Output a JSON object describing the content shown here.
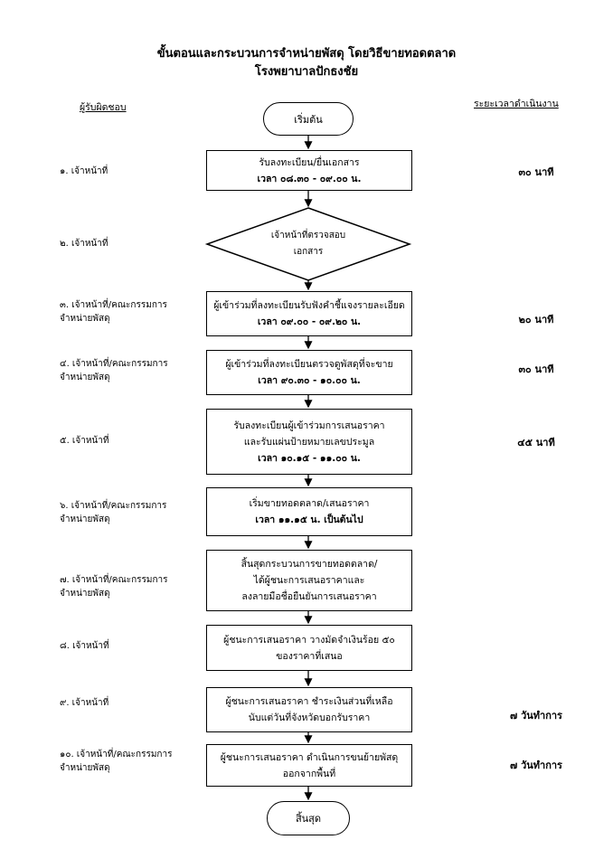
{
  "title": {
    "line1": "ขั้นตอนและกระบวนการจำหน่ายพัสดุ โดยวิธีขายทอดตลาด",
    "line2": "โรงพยาบาลปักธงชัย"
  },
  "headers": {
    "responsible": "ผู้รับผิดชอบ",
    "duration": "ระยะเวลาดำเนินงาน"
  },
  "start": "เริ่มต้น",
  "end": "สิ้นสุด",
  "steps": [
    {
      "resp": [
        "๑. เจ้าหน้าที่"
      ],
      "lines": [
        "รับลงทะเบียน/ยื่นเอกสาร"
      ],
      "time": "เวลา ๐๘.๓๐ - ๐๙.๐๐ น.",
      "duration": "๓๐ นาที"
    },
    {
      "resp": [
        "๒. เจ้าหน้าที่"
      ],
      "lines": [
        "เจ้าหน้าที่ตรวจสอบ",
        "เอกสาร"
      ],
      "shape": "diamond"
    },
    {
      "resp": [
        "๓. เจ้าหน้าที่/คณะกรรมการ",
        "จำหน่ายพัสดุ"
      ],
      "lines": [
        "ผู้เข้าร่วมที่ลงทะเบียนรับฟังคำชี้แจงรายละเอียด"
      ],
      "time": "เวลา ๐๙.๐๐ - ๐๙.๒๐ น.",
      "duration": "๒๐ นาที"
    },
    {
      "resp": [
        "๔. เจ้าหน้าที่/คณะกรรมการ",
        "จำหน่ายพัสดุ"
      ],
      "lines": [
        "ผู้เข้าร่วมที่ลงทะเบียนตรวจดูพัสดุที่จะขาย"
      ],
      "time": "เวลา ๙๐.๓๐ - ๑๐.๐๐ น.",
      "duration": "๓๐ นาที"
    },
    {
      "resp": [
        "๕. เจ้าหน้าที่"
      ],
      "lines": [
        "รับลงทะเบียนผู้เข้าร่วมการเสนอราคา",
        "และรับแผ่นป้ายหมายเลขประมูล"
      ],
      "time": "เวลา ๑๐.๑๕ - ๑๑.๐๐ น.",
      "duration": "๔๕ นาที"
    },
    {
      "resp": [
        "๖. เจ้าหน้าที่/คณะกรรมการ",
        "จำหน่ายพัสดุ"
      ],
      "lines": [
        "เริ่มขายทอดตลาด/เสนอราคา"
      ],
      "time": "เวลา ๑๑.๑๕ น. เป็นต้นไป"
    },
    {
      "resp": [
        "๗. เจ้าหน้าที่/คณะกรรมการ",
        "จำหน่ายพัสดุ"
      ],
      "lines": [
        "สิ้นสุดกระบวนการขายทอดตลาด/",
        "ได้ผู้ชนะการเสนอราคาและ",
        "ลงลายมือชื่อยืนยันการเสนอราคา"
      ]
    },
    {
      "resp": [
        "๘. เจ้าหน้าที่"
      ],
      "lines": [
        "ผู้ชนะการเสนอราคา วางมัดจำเงินร้อย ๕๐",
        "ของราคาที่เสนอ"
      ]
    },
    {
      "resp": [
        "๙. เจ้าหน้าที่"
      ],
      "lines": [
        "ผู้ชนะการเสนอราคา ชำระเงินส่วนที่เหลือ",
        "นับแต่วันที่จังหวัดบอกรับราคา"
      ],
      "duration": "๗ วันทำการ"
    },
    {
      "resp": [
        "๑๐. เจ้าหน้าที่/คณะกรรมการ",
        "จำหน่ายพัสดุ"
      ],
      "lines": [
        "ผู้ชนะการเสนอราคา ดำเนินการขนย้ายพัสดุ",
        "ออกจากพื้นที่"
      ],
      "duration": "๗ วันทำการ"
    }
  ]
}
